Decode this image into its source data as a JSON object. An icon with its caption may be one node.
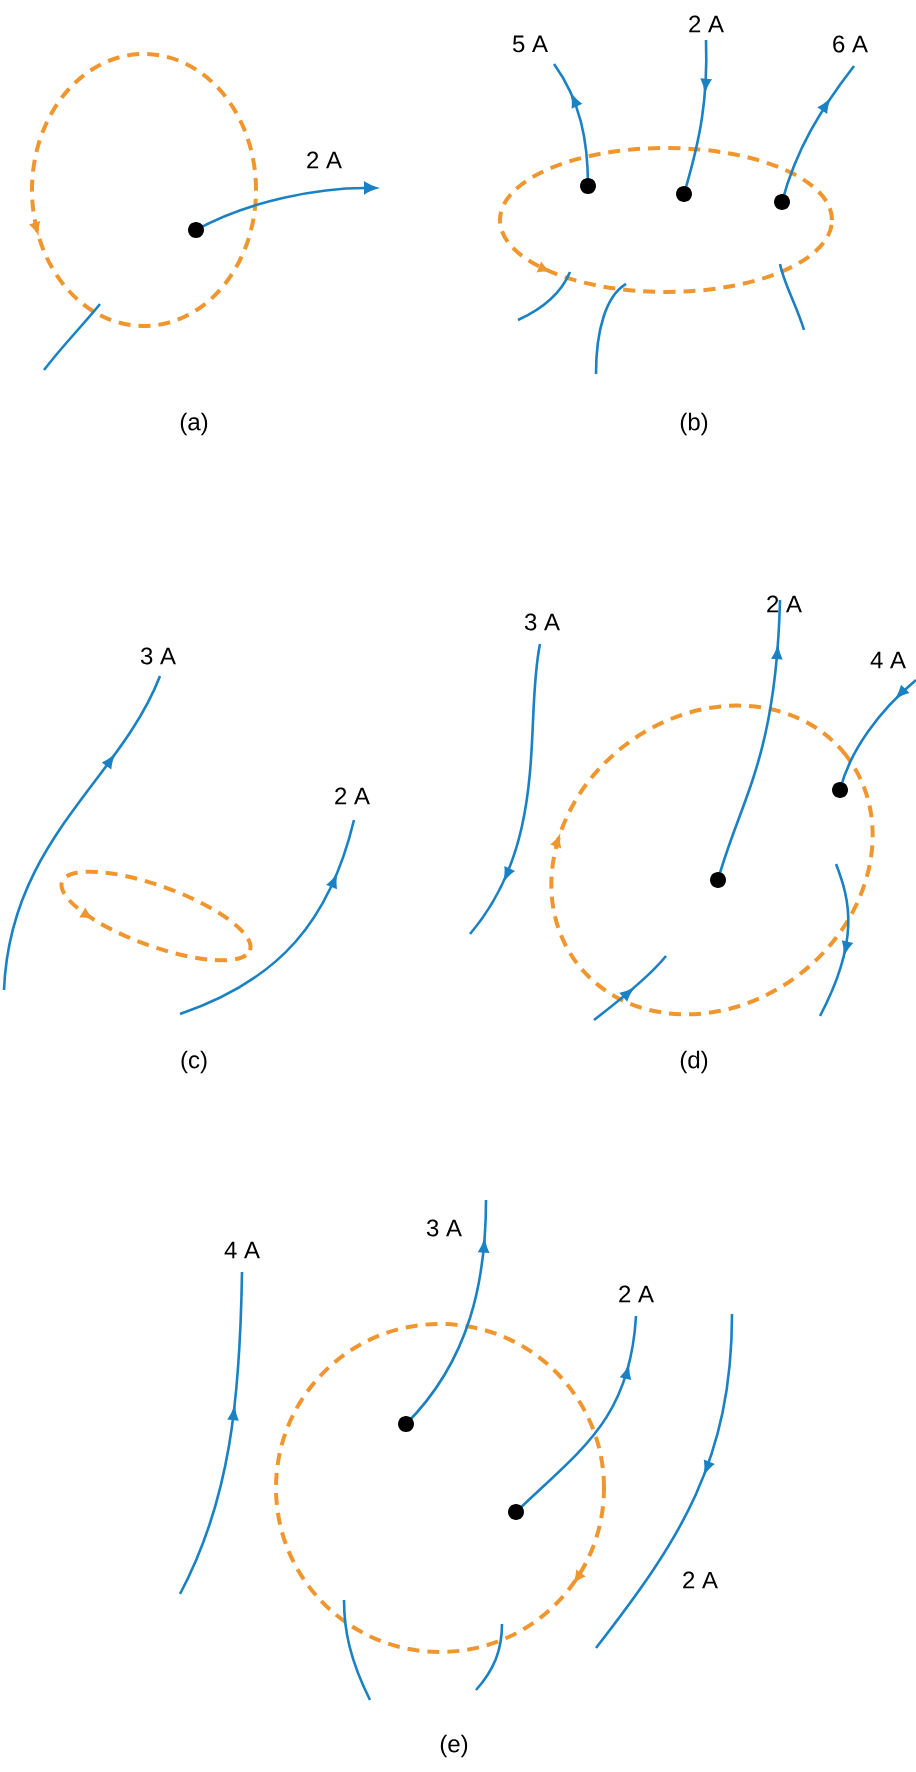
{
  "diagram": {
    "labels": [
      "2 A",
      "(a)",
      "5 A",
      "2 A",
      "6 A",
      "(b)",
      "3 A",
      "2 A",
      "(c)",
      "3 A",
      "2 A",
      "4 A",
      "(d)",
      "4 A",
      "3 A",
      "2 A",
      "2 A",
      "(e)"
    ]
  }
}
